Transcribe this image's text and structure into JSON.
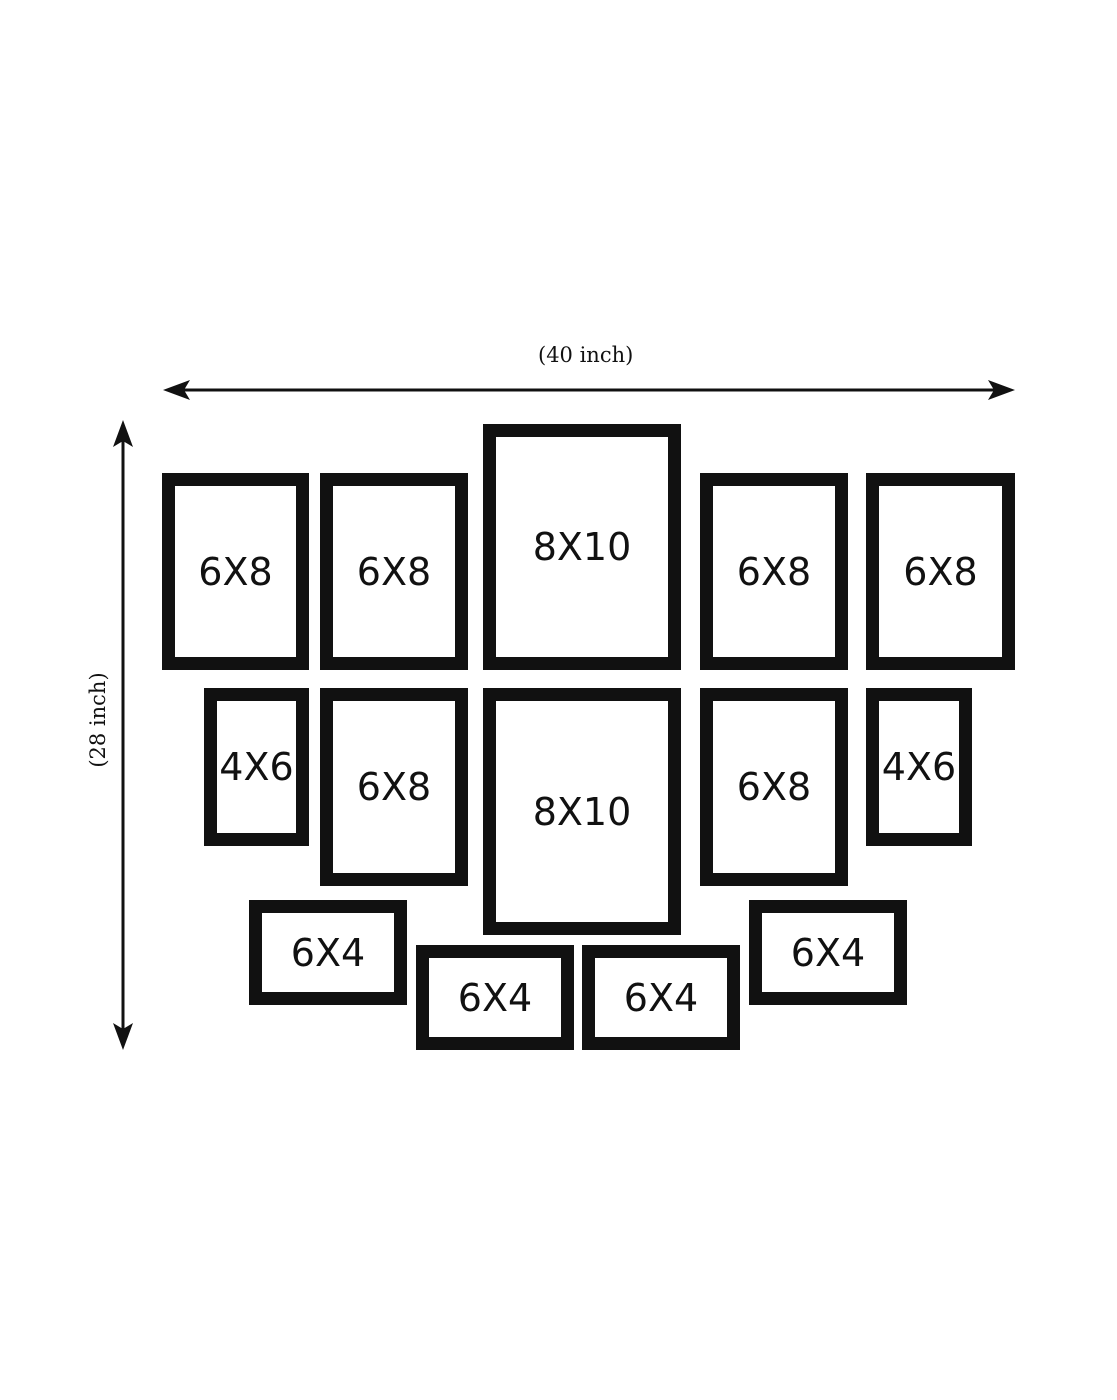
{
  "dimensions": {
    "width_label": "(40 inch)",
    "height_label": "(28 inch)"
  },
  "frames": [
    {
      "label": "6X8"
    },
    {
      "label": "6X8"
    },
    {
      "label": "8X10"
    },
    {
      "label": "6X8"
    },
    {
      "label": "6X8"
    },
    {
      "label": "4X6"
    },
    {
      "label": "6X8"
    },
    {
      "label": "8X10"
    },
    {
      "label": "6X8"
    },
    {
      "label": "4X6"
    },
    {
      "label": "6X4"
    },
    {
      "label": "6X4"
    },
    {
      "label": "6X4"
    },
    {
      "label": "6X4"
    }
  ]
}
